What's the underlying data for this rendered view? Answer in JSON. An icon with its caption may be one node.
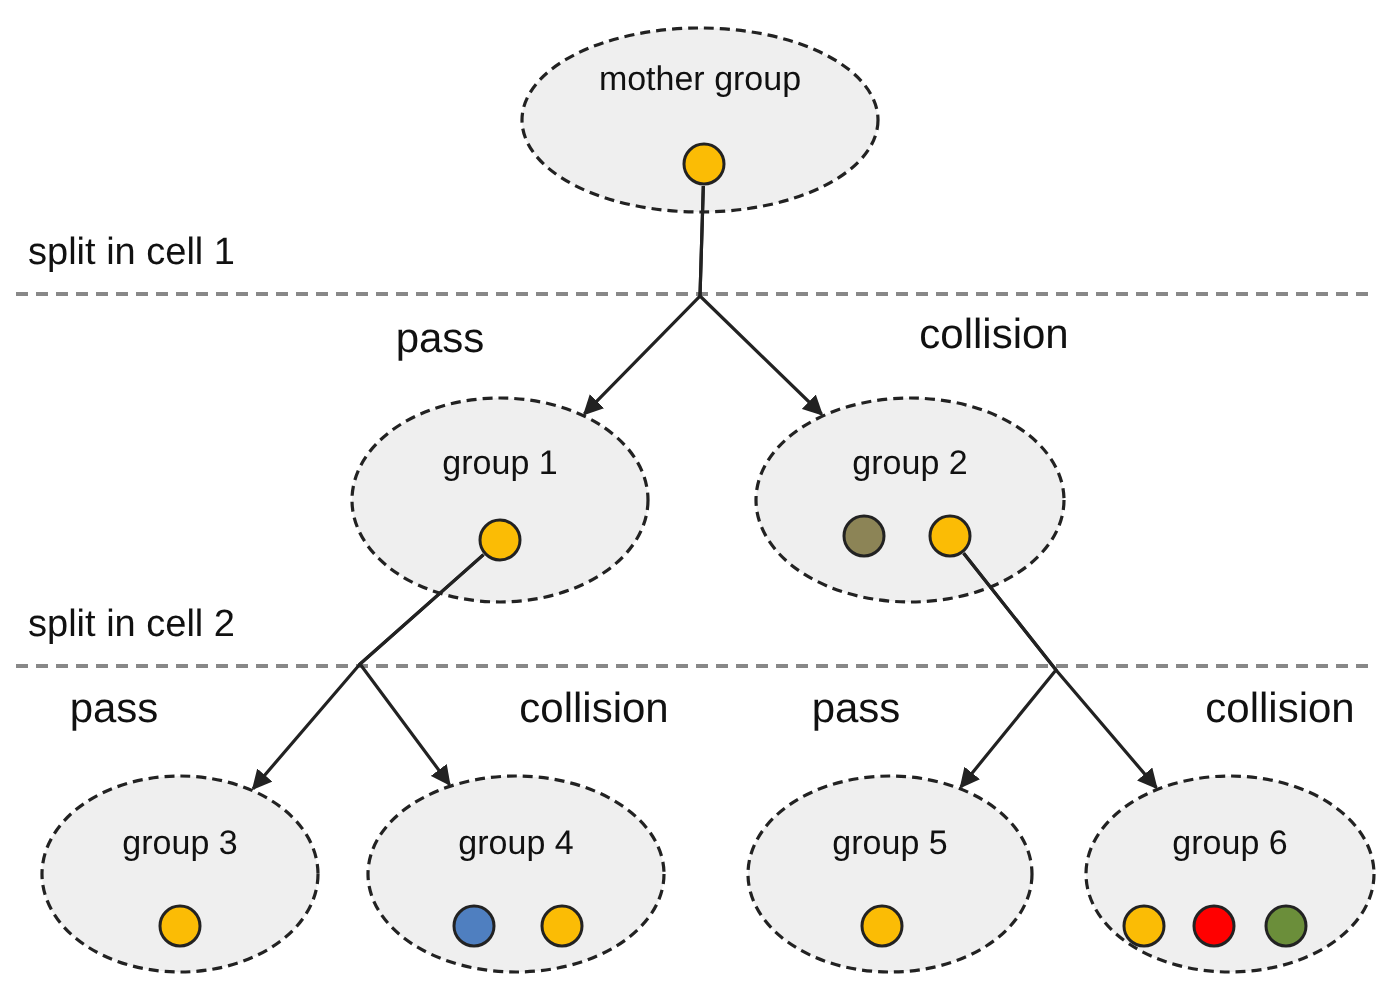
{
  "diagram": {
    "nodes": [
      {
        "text": [
          "mother group"
        ]
      },
      {
        "text": [],
        "shape": "circle",
        "in": 0
      },
      {
        "text": [
          "group 1"
        ]
      },
      {
        "text": [],
        "shape": "circle",
        "in": 2
      },
      {
        "text": [
          "group 2"
        ]
      },
      {
        "text": [],
        "shape": "circle",
        "in": 4
      },
      {
        "text": [],
        "shape": "circle",
        "in": 4
      },
      {
        "text": [
          "group 3"
        ]
      },
      {
        "text": [],
        "shape": "circle",
        "in": 7
      },
      {
        "text": [
          "group 4"
        ]
      },
      {
        "text": [],
        "shape": "circle",
        "in": 9
      },
      {
        "text": [],
        "shape": "circle",
        "in": 9
      },
      {
        "text": [
          "group 5"
        ]
      },
      {
        "text": [],
        "shape": "circle",
        "in": 12
      },
      {
        "text": [
          "group 6"
        ]
      },
      {
        "text": [],
        "shape": "circle",
        "in": 14
      },
      {
        "text": [],
        "shape": "circle",
        "in": 14
      },
      {
        "text": [],
        "shape": "circle",
        "in": 14
      }
    ],
    "edges": [
      {
        "from": 1,
        "to": 2,
        "arrow": "to",
        "label": "pass"
      },
      {
        "from": 1,
        "to": 4,
        "arrow": "to",
        "label": "collision"
      },
      {
        "from": 3,
        "to": 7,
        "arrow": "to",
        "label": "pass"
      },
      {
        "from": 3,
        "to": 9,
        "arrow": "to",
        "label": "collision"
      },
      {
        "from": 6,
        "to": 12,
        "arrow": "to",
        "label": "pass"
      },
      {
        "from": 6,
        "to": 14,
        "arrow": "to",
        "label": "collision"
      }
    ],
    "labels": [
      "split in cell 1",
      "split in cell 2"
    ]
  }
}
